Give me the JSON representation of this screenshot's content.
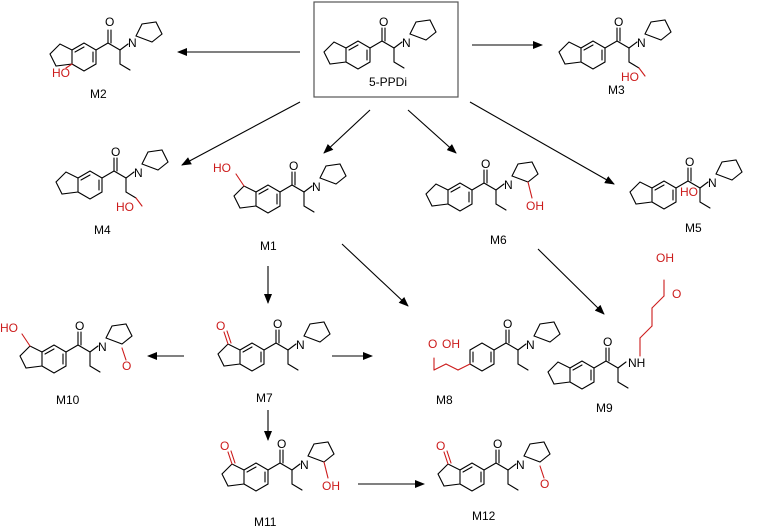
{
  "colors": {
    "bond": "#000000",
    "heteroatom_highlight": "#cc1b1b",
    "frame": "#555555"
  },
  "compounds": {
    "parent": {
      "label": "5-PPDi"
    },
    "m1": {
      "label": "M1"
    },
    "m2": {
      "label": "M2"
    },
    "m3": {
      "label": "M3"
    },
    "m4": {
      "label": "M4"
    },
    "m5": {
      "label": "M5"
    },
    "m6": {
      "label": "M6"
    },
    "m7": {
      "label": "M7"
    },
    "m8": {
      "label": "M8"
    },
    "m9": {
      "label": "M9"
    },
    "m10": {
      "label": "M10"
    },
    "m11": {
      "label": "M11"
    },
    "m12": {
      "label": "M12"
    }
  },
  "atoms": {
    "O": "O",
    "N": "N",
    "NH": "NH",
    "HO": "HO",
    "OH": "OH"
  }
}
